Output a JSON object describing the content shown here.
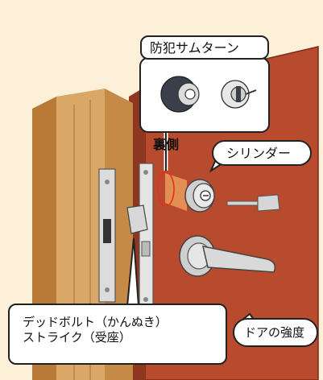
{
  "callouts": {
    "security_thumbturn": "防犯サムターン",
    "back_side": "裏側",
    "cylinder": "シリンダー",
    "deadbolt": "デッドボルト（かんぬき）",
    "strike": "ストライク（受座）",
    "door_strength": "ドアの強度"
  },
  "colors": {
    "background": "#fdf0d8",
    "door": "#b84a2e",
    "frame_wood": "#d09a5a",
    "metal": "#c8c8c8",
    "highlight_ring": "#e53020",
    "glow": "#f2a760"
  }
}
